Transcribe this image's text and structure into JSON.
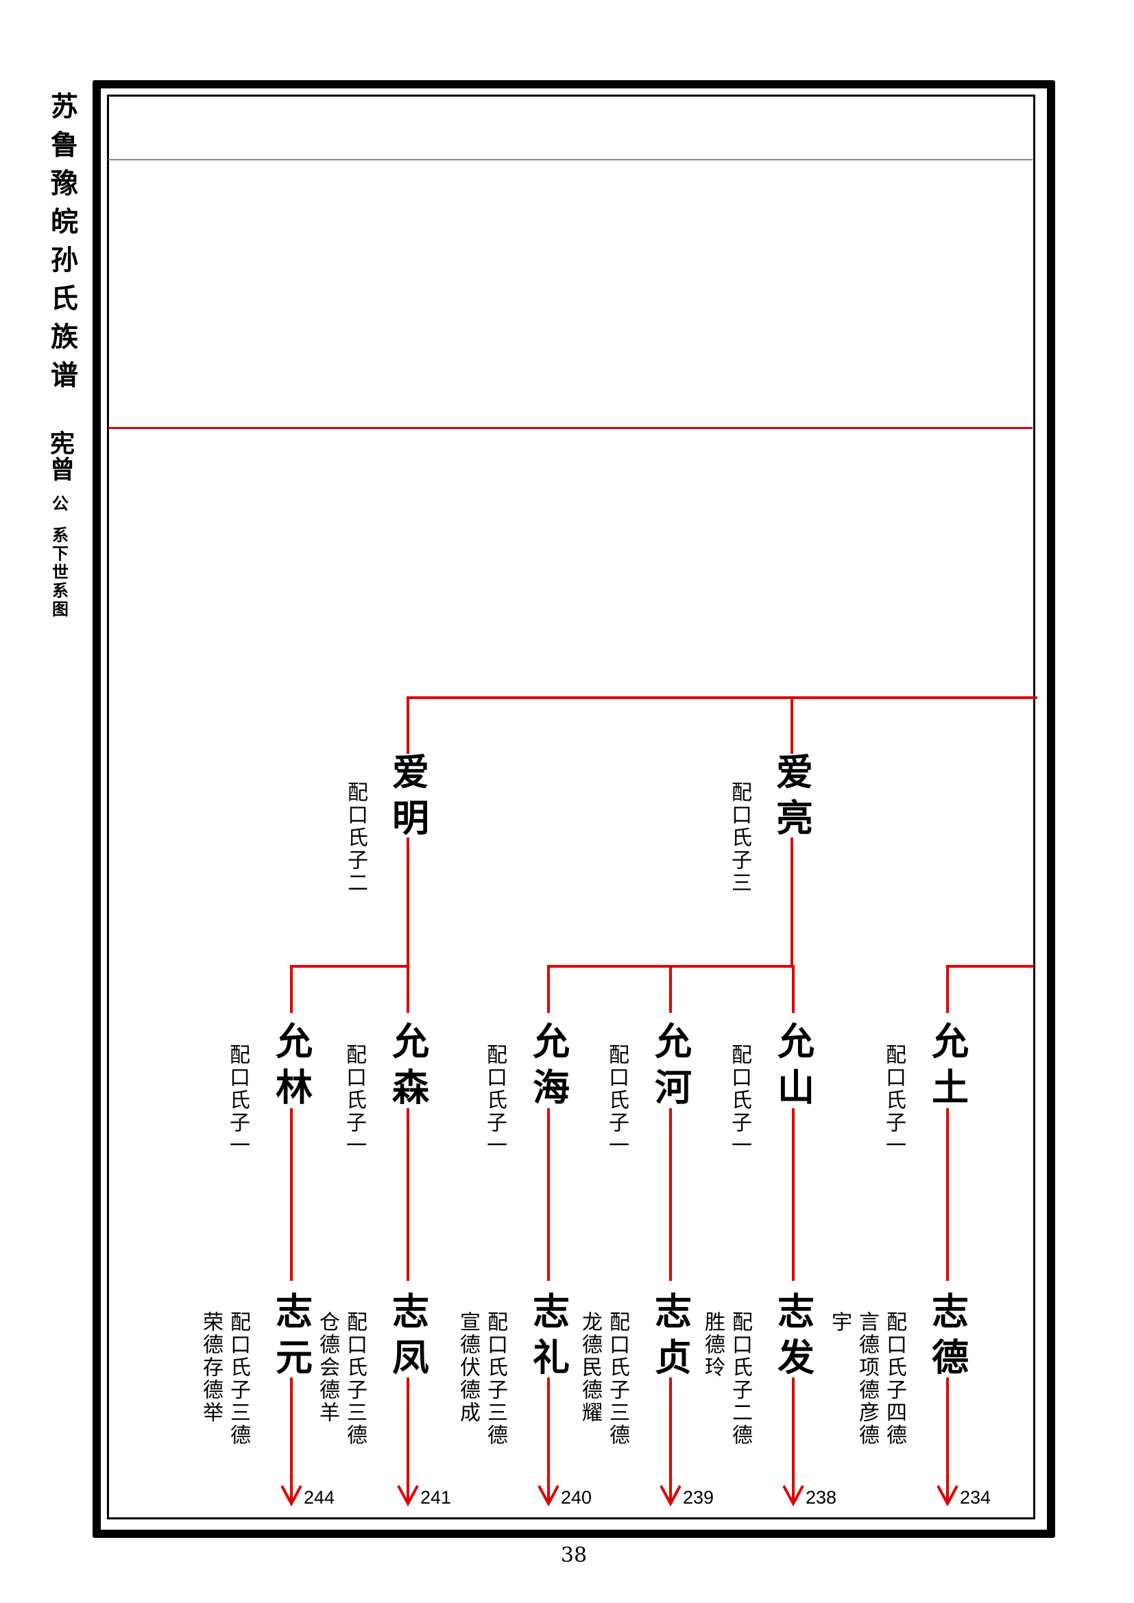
{
  "side_title": {
    "book": "苏鲁豫皖孙氏族谱",
    "ancestor": "宪曾",
    "honorific": "公",
    "subtitle": "系下世系图"
  },
  "page_number": "38",
  "colors": {
    "line": "#e00000",
    "frame": "#000000"
  },
  "gen1": [
    {
      "name": "爱明",
      "note": "配口氏子二"
    },
    {
      "name": "爱亮",
      "note": "配口氏子三"
    }
  ],
  "gen2": [
    {
      "name": "允林",
      "note": "配口氏子一"
    },
    {
      "name": "允森",
      "note": "配口氏子一"
    },
    {
      "name": "允海",
      "note": "配口氏子一"
    },
    {
      "name": "允河",
      "note": "配口氏子一"
    },
    {
      "name": "允山",
      "note": "配口氏子一"
    },
    {
      "name": "允土",
      "note": "配口氏子一"
    }
  ],
  "gen3": [
    {
      "name": "志元",
      "notes": [
        "配口氏子三德",
        "荣德存德举"
      ],
      "continue_page": "244"
    },
    {
      "name": "志凤",
      "notes": [
        "配口氏子三德",
        "仓德会德羊"
      ],
      "continue_page": "241"
    },
    {
      "name": "志礼",
      "notes": [
        "配口氏子三德",
        "宣德伏德成"
      ],
      "continue_page": "240"
    },
    {
      "name": "志贞",
      "notes": [
        "配口氏子三德",
        "龙德民德耀"
      ],
      "continue_page": "239"
    },
    {
      "name": "志发",
      "notes": [
        "配口氏子二德",
        "胜德玲"
      ],
      "continue_page": "238"
    },
    {
      "name": "志德",
      "notes": [
        "配口氏子四德",
        "言德项德彦德",
        "宇"
      ],
      "continue_page": "234"
    }
  ]
}
